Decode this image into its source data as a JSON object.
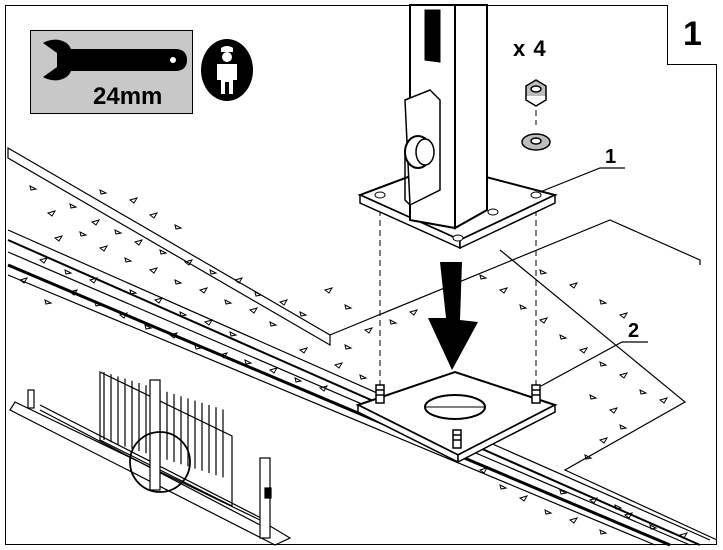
{
  "step_number": "1",
  "tool": {
    "size_label": "24mm",
    "icon": "wrench-icon"
  },
  "operator_icon": "technician-icon",
  "hardware": {
    "quantity_label": "x 4",
    "nut_icon": "hex-nut-icon",
    "washer_icon": "washer-icon"
  },
  "callouts": [
    {
      "label": "1"
    },
    {
      "label": "2"
    }
  ],
  "colors": {
    "line": "#000000",
    "panel_fill": "#c8c8c8",
    "background": "#ffffff"
  }
}
